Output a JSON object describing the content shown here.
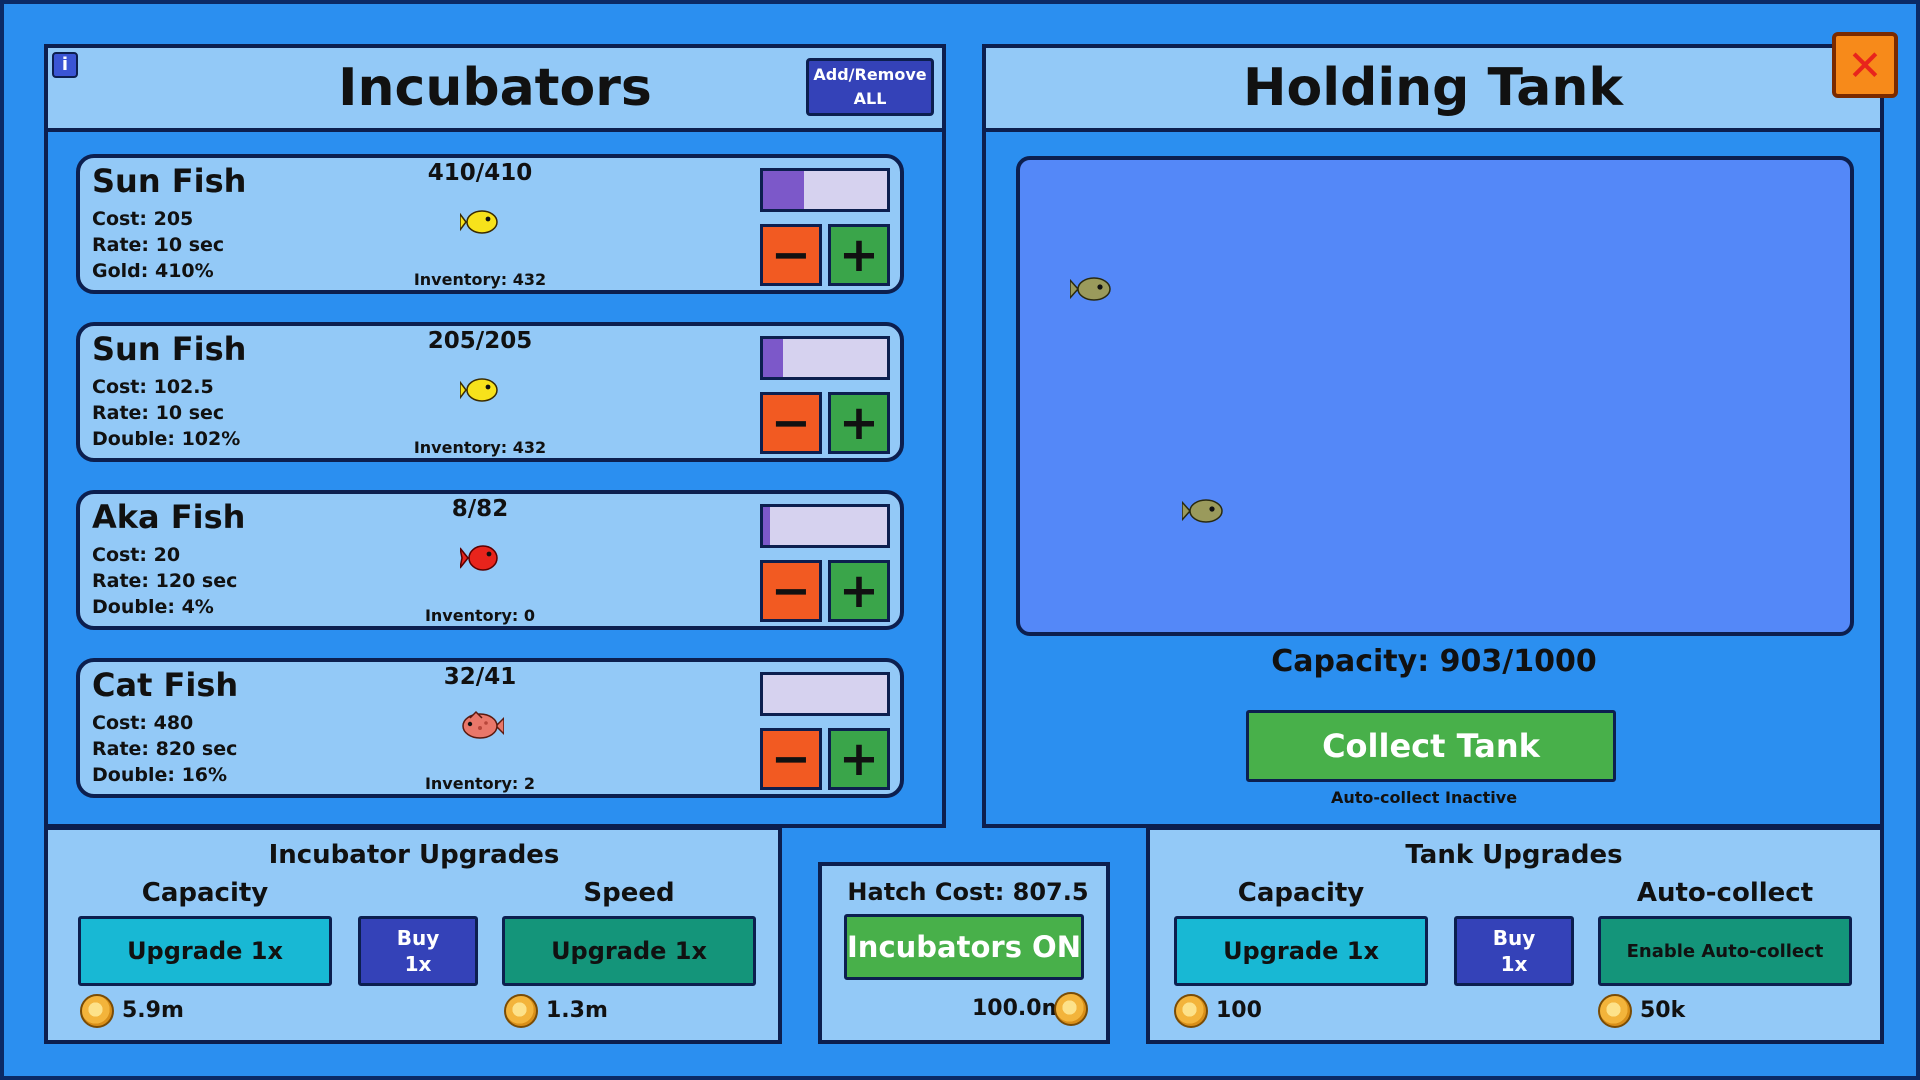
{
  "incubators": {
    "title": "Incubators",
    "add_remove_all": [
      "Add/Remove",
      "ALL"
    ],
    "fish": [
      {
        "name": "Sun Fish",
        "stats": [
          "Cost: 205",
          "Rate: 10 sec",
          "Gold: 410%"
        ],
        "count": "410/410",
        "inventory": "Inventory: 432",
        "progress_fraction": 0.33,
        "icon": "sun-fish-icon",
        "color": "#f7e21b"
      },
      {
        "name": "Sun Fish",
        "stats": [
          "Cost: 102.5",
          "Rate: 10 sec",
          "Double: 102%"
        ],
        "count": "205/205",
        "inventory": "Inventory: 432",
        "progress_fraction": 0.16,
        "icon": "sun-fish-icon",
        "color": "#f7e21b"
      },
      {
        "name": "Aka Fish",
        "stats": [
          "Cost: 20",
          "Rate: 120 sec",
          "Double: 4%"
        ],
        "count": "8/82",
        "inventory": "Inventory: 0",
        "progress_fraction": 0.06,
        "icon": "aka-fish-icon",
        "color": "#e8241c"
      },
      {
        "name": "Cat Fish",
        "stats": [
          "Cost: 480",
          "Rate: 820 sec",
          "Double: 16%"
        ],
        "count": "32/41",
        "inventory": "Inventory: 2",
        "progress_fraction": 0.0,
        "icon": "cat-fish-icon",
        "color": "#e9776a"
      }
    ]
  },
  "holding_tank": {
    "title": "Holding Tank",
    "capacity": "Capacity: 903/1000",
    "collect_label": "Collect Tank",
    "auto_status": "Auto-collect Inactive",
    "fish_color": "#9a9a5c"
  },
  "incubator_upgrades": {
    "title": "Incubator Upgrades",
    "capacity_label": "Capacity",
    "capacity_button": "Upgrade 1x",
    "capacity_price": "5.9m",
    "buy_label": [
      "Buy",
      "1x"
    ],
    "speed_label": "Speed",
    "speed_button": "Upgrade 1x",
    "speed_price": "1.3m"
  },
  "hatch": {
    "cost": "Hatch Cost: 807.5",
    "toggle_label": "Incubators ON",
    "price": "100.0m"
  },
  "tank_upgrades": {
    "title": "Tank Upgrades",
    "capacity_label": "Capacity",
    "capacity_button": "Upgrade 1x",
    "capacity_price": "100",
    "buy_label": [
      "Buy",
      "1x"
    ],
    "auto_label": "Auto-collect",
    "auto_button": "Enable Auto-collect",
    "auto_price": "50k"
  },
  "icons": {
    "info": "i",
    "plus": "+",
    "minus": "−",
    "close": "✕"
  }
}
